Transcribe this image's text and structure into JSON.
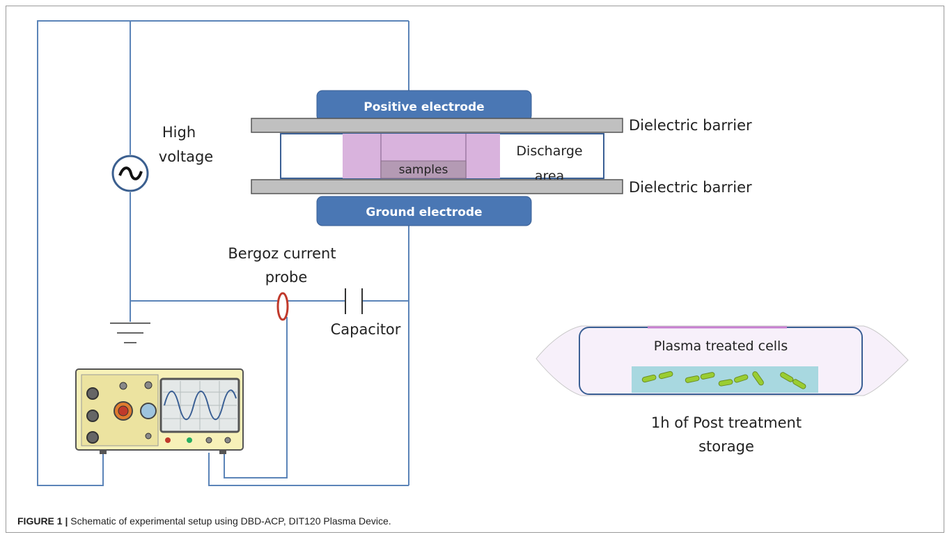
{
  "labels": {
    "positive_electrode": "Positive electrode",
    "ground_electrode": "Ground electrode",
    "dielectric_top": "Dielectric barrier",
    "dielectric_bottom": "Dielectric barrier",
    "discharge_line1": "Discharge",
    "discharge_line2": "area",
    "samples": "samples",
    "high_voltage_line1": "High",
    "high_voltage_line2": "voltage",
    "probe_line1": "Bergoz current",
    "probe_line2": "probe",
    "capacitor": "Capacitor",
    "bag_title": "Plasma treated cells",
    "storage_line1": "1h of Post treatment",
    "storage_line2": "storage",
    "ac_symbol": "~"
  },
  "caption": {
    "label": "FIGURE 1 |",
    "text": " Schematic of experimental setup using DBD-ACP, DIT120 Plasma Device."
  },
  "colors": {
    "electrode": "#4a77b4",
    "dielectric": "#c0c0c0",
    "plasma": "#d9b3dd",
    "samples": "#b49ab4",
    "wire": "#5b84b8",
    "probe": "#c0392b",
    "oscilloscope_body": "#f7f1b8",
    "bag_fill": "#f7f0fa",
    "cell_tray": "#a8d8e0",
    "cell": "#9acd32"
  }
}
